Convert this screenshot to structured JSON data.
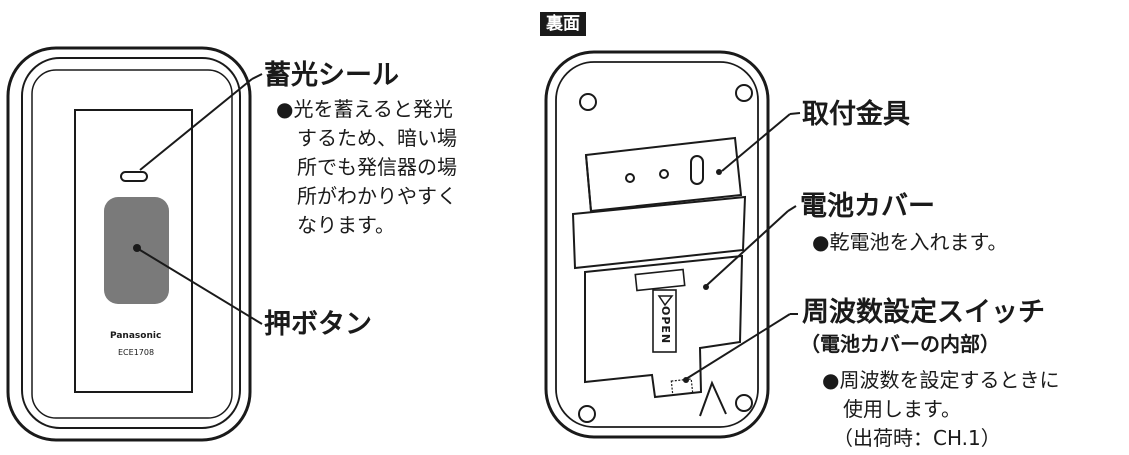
{
  "back_label": "裏面",
  "front_device": {
    "brand": "Panasonic",
    "model": "ECE1708"
  },
  "back_device": {
    "open_text": "OPEN"
  },
  "callouts": {
    "luminous_sticker": {
      "title": "蓄光シール",
      "notes": [
        "●光を蓄えると発光",
        "するため、暗い場",
        "所でも発信器の場",
        "所がわかりやすく",
        "なります。"
      ]
    },
    "push_button": {
      "title": "押ボタン"
    },
    "bracket": {
      "title": "取付金具"
    },
    "battery_cover": {
      "title": "電池カバー",
      "notes": [
        "●乾電池を入れます。"
      ]
    },
    "freq_switch": {
      "title": "周波数設定スイッチ",
      "subtitle": "（電池カバーの内部）",
      "notes": [
        "●周波数を設定するときに",
        "使用します。",
        "（出荷時：CH.1）"
      ]
    }
  }
}
